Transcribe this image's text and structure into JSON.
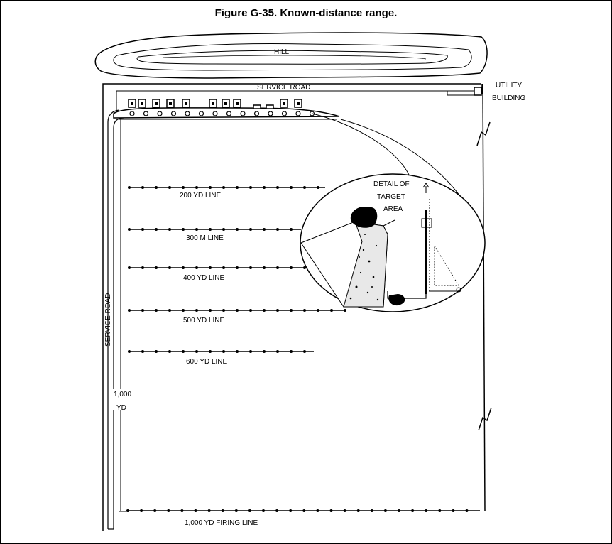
{
  "figure": {
    "title": "Figure G-35. Known-distance range."
  },
  "labels": {
    "hill": "HILL",
    "service_road_top": "SERVICE ROAD",
    "service_road_side": "SERVICE ROAD",
    "utility_line1": "UTILITY",
    "utility_line2": "BUILDING",
    "detail_line1": "DETAIL OF",
    "detail_line2": "TARGET",
    "detail_line3": "AREA",
    "distance_line1": "1,000",
    "distance_line2": "YD"
  },
  "range_lines": [
    {
      "label": "200 YD LINE"
    },
    {
      "label": "300 M LINE"
    },
    {
      "label": "400 YD LINE"
    },
    {
      "label": "500 YD LINE"
    },
    {
      "label": "600 YD LINE"
    }
  ],
  "firing_line": {
    "label": "1,000 YD FIRING LINE"
  }
}
